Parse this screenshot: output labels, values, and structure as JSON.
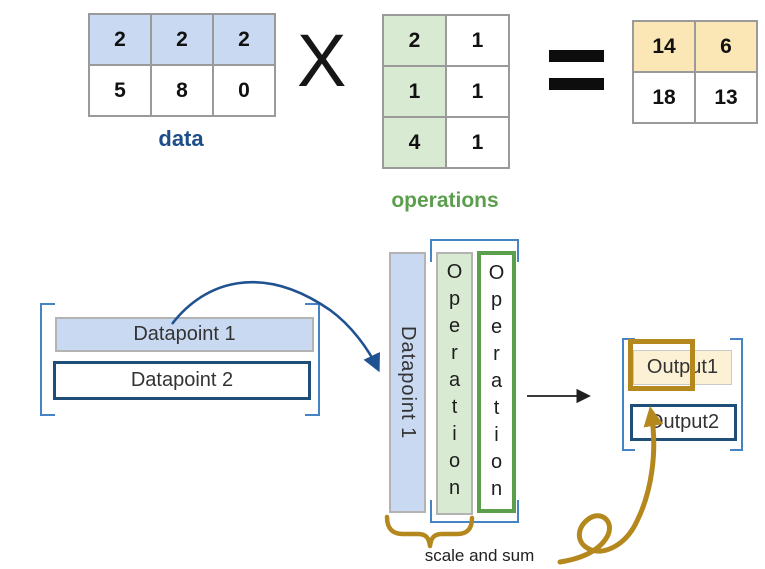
{
  "top": {
    "data_matrix": {
      "label": "data",
      "rows": [
        [
          "2",
          "2",
          "2"
        ],
        [
          "5",
          "8",
          "0"
        ]
      ]
    },
    "times_sign": "X",
    "operations_matrix": {
      "label": "operations",
      "rows": [
        [
          "2",
          "1"
        ],
        [
          "1",
          "1"
        ],
        [
          "4",
          "1"
        ]
      ]
    },
    "equals_sign": "=",
    "result_matrix": {
      "rows": [
        [
          "14",
          "6"
        ],
        [
          "18",
          "13"
        ]
      ]
    }
  },
  "bottom": {
    "datapoint_group": {
      "item1": "Datapoint 1",
      "item2": "Datapoint 2"
    },
    "pipeline": {
      "datapoint_column": "Datapoint 1",
      "operation_column_1": "Operation",
      "operation_column_2": "Operation",
      "caption": "scale and sum"
    },
    "output_group": {
      "item1": "Output1",
      "item2": "Output2"
    }
  },
  "colors": {
    "light_blue_fill": "#c9d9f1",
    "green_fill": "#d9ead3",
    "green_border": "#5b9e4c",
    "result_cream": "#fbe7b6",
    "output_cream": "#fcf0d5",
    "navy_border": "#1f4e79",
    "bracket_blue": "#4683c4",
    "arrow_blue": "#1f5291",
    "gold": "#b4881d",
    "data_label_blue": "#1d4e89",
    "operations_label_green": "#5b9e4d"
  }
}
